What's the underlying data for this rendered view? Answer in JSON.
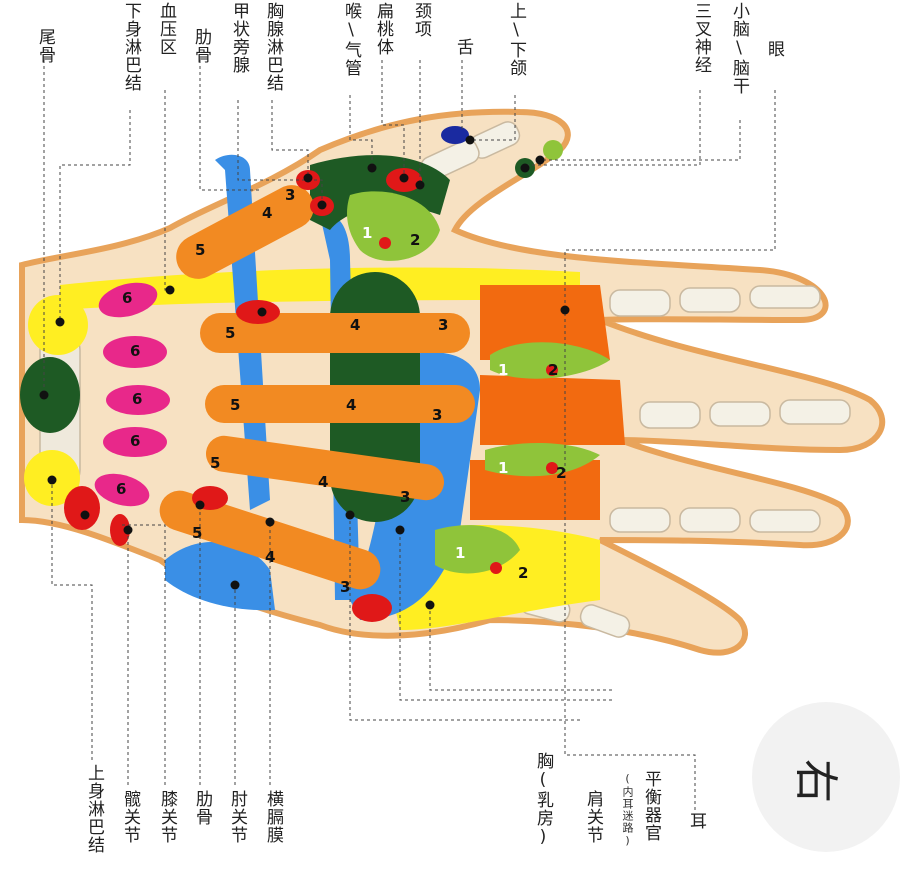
{
  "labels": {
    "eye": "眼",
    "cerebellum": "小脑\\脑干",
    "trigeminal": "三叉神经",
    "jaw": "上\\下颌",
    "tongue": "舌",
    "neck": "颈项",
    "tonsil": "扁桃体",
    "throat": "喉\\气管",
    "chest_lymph": "胸腺淋巴结",
    "parathyroid": "甲状旁腺",
    "rib_top": "肋骨",
    "blood_pressure": "血压区",
    "lower_lymph": "下身淋巴结",
    "coccyx": "尾骨",
    "ear": "耳",
    "balance": "平衡器官",
    "inner_ear": "(内耳迷路)",
    "shoulder": "肩关节",
    "breast": "胸(乳房)",
    "diaphragm": "横膈膜",
    "elbow": "肘关节",
    "rib_bottom": "肋骨",
    "knee": "膝关节",
    "hip": "髋关节",
    "upper_lymph": "上身淋巴结"
  },
  "badge": "右",
  "zone_numbers": [
    "1",
    "2",
    "3",
    "4",
    "5",
    "6"
  ],
  "colors": {
    "skin": "#f7e1c2",
    "skin_edge": "#e8a35a",
    "bone": "#f4f1e6",
    "yellow": "#ffee22",
    "orange": "#f28a22",
    "deep_orange": "#f26a10",
    "light_green": "#8fc43a",
    "dark_green": "#1e5a24",
    "blue": "#3a8fe6",
    "red": "#e01818",
    "pink": "#e8288a",
    "navy": "#1a2aa0"
  }
}
